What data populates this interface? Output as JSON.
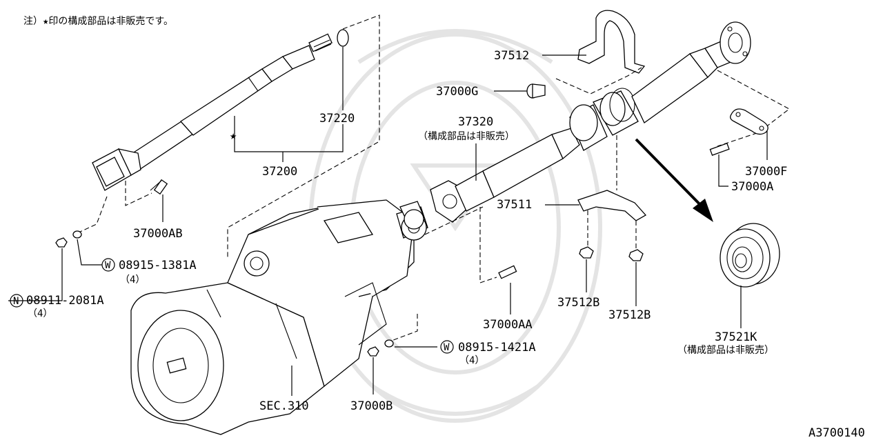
{
  "note": "注）★印の構成部品は非販売です。",
  "diagram_id": "A3700140",
  "callouts": {
    "p37512": "37512",
    "p37000G": "37000G",
    "p37320": "37320",
    "p37320_sub": "（構成部品は非販売）",
    "p37220": "37220",
    "p37200": "37200",
    "star": "★",
    "p37000AB": "37000AB",
    "p08915_1381A": "08915-1381A",
    "p08915_1381A_qty": "（4）",
    "p08911_2081A": "08911-2081A",
    "p08911_2081A_qty": "（4）",
    "p37511": "37511",
    "p37000AA": "37000AA",
    "p37512B_a": "37512B",
    "p37512B_b": "37512B",
    "p37000F": "37000F",
    "p37000A": "37000A",
    "p37521K": "37521K",
    "p37521K_sub": "（構成部品は非販売）",
    "p08915_1421A": "08915-1421A",
    "p08915_1421A_qty": "（4）",
    "p37000B": "37000B",
    "sec310": "SEC.310"
  },
  "markers": {
    "washer_w": "W",
    "nut_n": "N"
  }
}
